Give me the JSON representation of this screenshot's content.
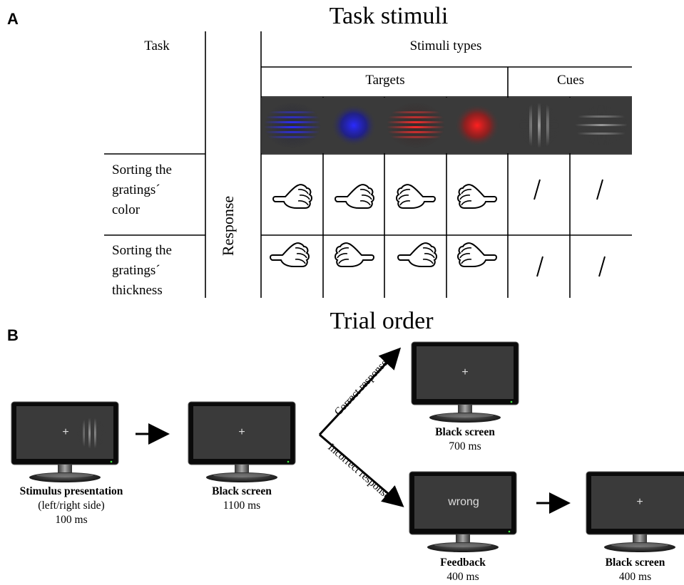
{
  "panel_a": {
    "letter": "A",
    "title": "Task stimuli",
    "task_header": "Task",
    "stimuli_header": "Stimuli types",
    "targets_header": "Targets",
    "cues_header": "Cues",
    "response_label": "Response",
    "rows": [
      {
        "task_lines": [
          "Sorting the",
          "gratings´",
          "color"
        ],
        "responses": [
          "thumb-left-icon",
          "thumb-left-icon",
          "thumb-right-icon",
          "thumb-right-icon",
          "slash",
          "slash"
        ]
      },
      {
        "task_lines": [
          "Sorting the",
          "gratings´",
          "thickness"
        ],
        "responses": [
          "thumb-left-icon",
          "thumb-right-icon",
          "thumb-left-icon",
          "thumb-right-icon",
          "slash",
          "slash"
        ]
      }
    ],
    "stimuli": [
      {
        "kind": "target",
        "color": "#1a1aff",
        "pattern": "thin-horizontal-grating"
      },
      {
        "kind": "target",
        "color": "#1a1aff",
        "pattern": "thick-blob"
      },
      {
        "kind": "target",
        "color": "#ff1a1a",
        "pattern": "thin-horizontal-grating"
      },
      {
        "kind": "target",
        "color": "#ff1a1a",
        "pattern": "thick-blob"
      },
      {
        "kind": "cue",
        "color": "#9a9a9a",
        "pattern": "vertical-grating"
      },
      {
        "kind": "cue",
        "color": "#9a9a9a",
        "pattern": "horizontal-grating"
      }
    ]
  },
  "panel_b": {
    "letter": "B",
    "title": "Trial order",
    "correct_label": "Correct response",
    "incorrect_label": "Incorrect response",
    "screens": [
      {
        "id": "stimulus",
        "screen_text": "+",
        "caption_bold": "Stimulus presentation",
        "caption_lines": [
          "(left/right side)",
          "100 ms"
        ]
      },
      {
        "id": "black1",
        "screen_text": "+",
        "caption_bold": "Black screen",
        "caption_lines": [
          "1100 ms"
        ]
      },
      {
        "id": "black2",
        "screen_text": "+",
        "caption_bold": "Black screen",
        "caption_lines": [
          "700 ms"
        ]
      },
      {
        "id": "feedback",
        "screen_text": "wrong",
        "caption_bold": "Feedback",
        "caption_lines": [
          "400 ms"
        ]
      },
      {
        "id": "black3",
        "screen_text": "+",
        "caption_bold": "Black screen",
        "caption_lines": [
          "400 ms"
        ]
      }
    ]
  }
}
